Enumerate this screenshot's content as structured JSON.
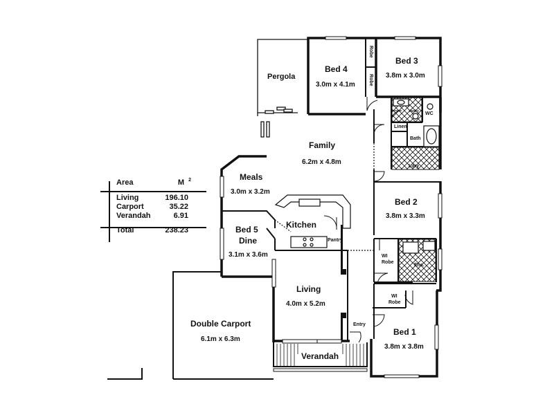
{
  "rooms": {
    "pergola": {
      "name": "Pergola"
    },
    "bed4": {
      "name": "Bed 4",
      "size": "3.0m x 4.1m"
    },
    "bed3": {
      "name": "Bed 3",
      "size": "3.8m x 3.0m"
    },
    "family": {
      "name": "Family",
      "size": "6.2m x 4.8m"
    },
    "meals": {
      "name": "Meals",
      "size": "3.0m x 3.2m"
    },
    "kitchen": {
      "name": "Kitchen"
    },
    "pantry": {
      "name": "Pantry"
    },
    "bed5": {
      "name": "Bed 5",
      "name2": "Dine",
      "size": "3.1m x 3.6m"
    },
    "bed2": {
      "name": "Bed 2",
      "size": "3.8m x 3.3m"
    },
    "living": {
      "name": "Living",
      "size": "4.0m x 5.2m"
    },
    "carport": {
      "name": "Double Carport",
      "size": "6.1m x 6.3m"
    },
    "bed1": {
      "name": "Bed 1",
      "size": "3.8m x 3.8m"
    },
    "verandah": {
      "name": "Verandah"
    },
    "entry": {
      "name": "Entry"
    }
  },
  "fixtures": {
    "robe": "Robe",
    "vanity": "Vanity",
    "wc": "WC",
    "linen": "Linen",
    "bath": "Bath",
    "ldry": "Ldry",
    "wi": "WI",
    "ens": "Ens."
  },
  "area_table": {
    "header_label": "Area",
    "header_unit": "M",
    "header_unit_sup": "2",
    "rows": [
      {
        "label": "Living",
        "value": "196.10"
      },
      {
        "label": "Carport",
        "value": "35.22"
      },
      {
        "label": "Verandah",
        "value": "6.91"
      }
    ],
    "total": {
      "label": "Total",
      "value": "238.23"
    }
  }
}
